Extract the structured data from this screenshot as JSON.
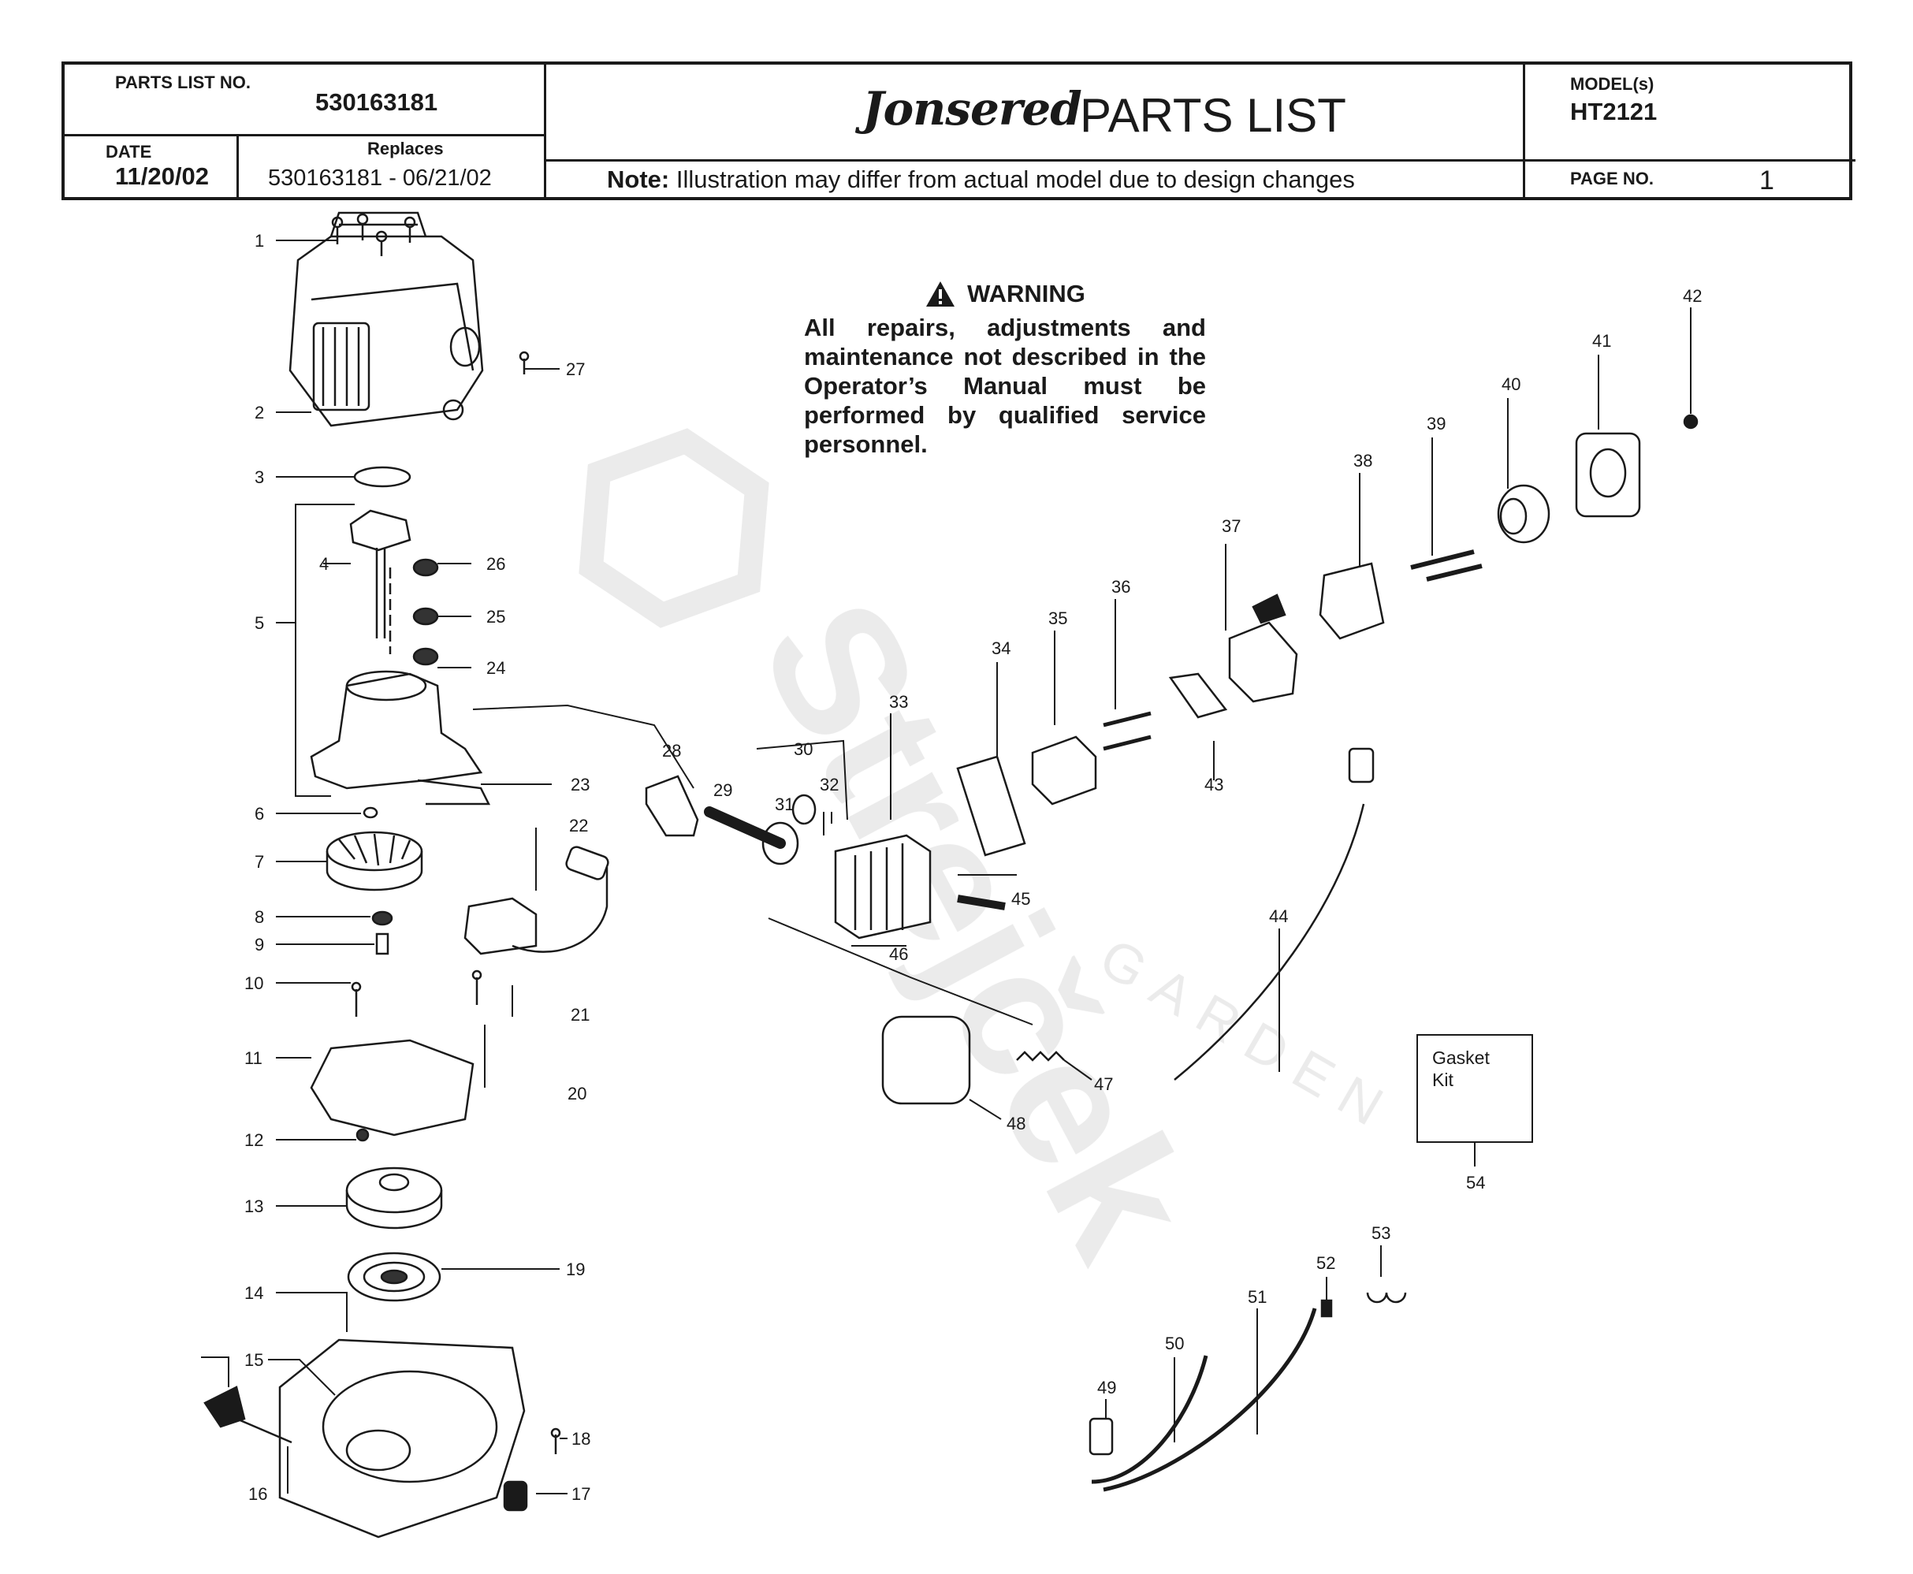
{
  "header": {
    "parts_list_label": "PARTS LIST NO.",
    "parts_list_no": "530163181",
    "date_label": "DATE",
    "date_value": "11/20/02",
    "replaces_label": "Replaces",
    "replaces_value": "530163181 - 06/21/02",
    "brand": "Jonsered",
    "title": "PARTS LIST",
    "note_label": "Note:",
    "note_text": "Illustration may differ from actual model due to design changes",
    "model_label": "MODEL(s)",
    "model_value": "HT2121",
    "page_label": "PAGE   NO.",
    "page_value": "1"
  },
  "warning": {
    "title": "WARNING",
    "body": "All repairs, adjustments and maintenance not described in the Operator’s Manual must be performed by qualified service personnel."
  },
  "gasket_kit": {
    "line1": "Gasket",
    "line2": "Kit"
  },
  "watermark": {
    "text": "Strejček",
    "subtext": "GARDEN"
  },
  "callouts": [
    "1",
    "2",
    "3",
    "4",
    "5",
    "6",
    "7",
    "8",
    "9",
    "10",
    "11",
    "12",
    "13",
    "14",
    "15",
    "16",
    "17",
    "18",
    "19",
    "20",
    "21",
    "22",
    "23",
    "24",
    "25",
    "26",
    "27",
    "28",
    "29",
    "30",
    "31",
    "32",
    "33",
    "34",
    "35",
    "36",
    "37",
    "38",
    "39",
    "40",
    "41",
    "42",
    "43",
    "44",
    "45",
    "46",
    "47",
    "48",
    "49",
    "50",
    "51",
    "52",
    "53",
    "54"
  ]
}
